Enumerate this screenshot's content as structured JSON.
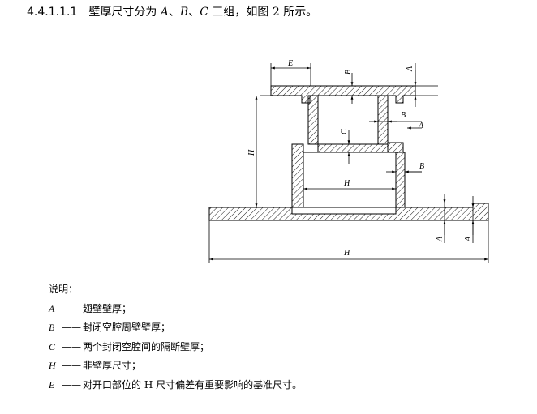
{
  "heading": {
    "number": "4.4.1.1.1",
    "text_prefix": "壁厚尺寸分为",
    "sym_a": "A",
    "sep1": "、",
    "sym_b": "B",
    "sep2": "、",
    "sym_c": "C",
    "text_suffix": "三组，如图 2 所示。"
  },
  "figure": {
    "labels": {
      "e": "E",
      "a": "A",
      "b": "B",
      "c": "C",
      "h": "H"
    }
  },
  "legend": {
    "title": "说明：",
    "dash": "——",
    "items": [
      {
        "symbol": "A",
        "text": "翅壁壁厚；"
      },
      {
        "symbol": "B",
        "text": "封闭空腔周壁壁厚；"
      },
      {
        "symbol": "C",
        "text": "两个封闭空腔间的隔断壁厚；"
      },
      {
        "symbol": "H",
        "text": "非壁厚尺寸；"
      },
      {
        "symbol": "E",
        "text": "对开口部位的 H 尺寸偏差有重要影响的基准尺寸。"
      }
    ]
  }
}
